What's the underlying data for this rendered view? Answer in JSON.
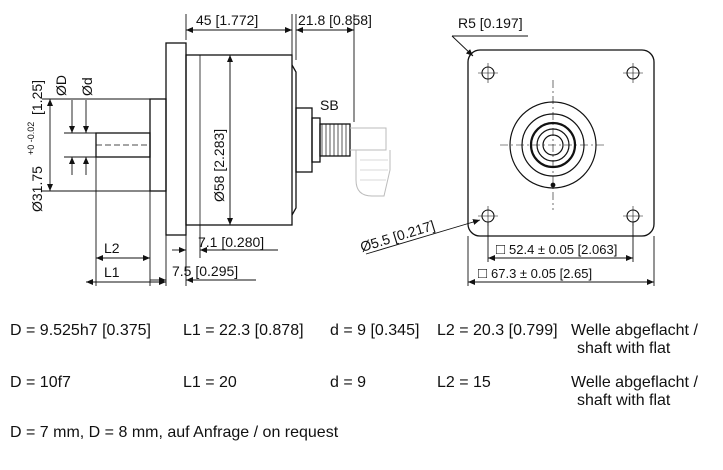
{
  "drawing": {
    "side_view": {
      "dim_45": "45 [1.772]",
      "dim_21_8": "21.8 [0.858]",
      "label_sb": "SB",
      "dim_31_75_main": "Ø31.75",
      "dim_31_75_tol": "+0 -0.02",
      "dim_31_75_inch": "[1.25]",
      "label_D": "ØD",
      "label_d": "Ød",
      "dim_58": "Ø58 [2.283]",
      "dim_7_1": "7.1 [0.280]",
      "dim_7_5": "7.5 [0.295]",
      "label_L2": "L2",
      "label_L1": "L1"
    },
    "front_view": {
      "dim_r5": "R5 [0.197]",
      "dim_5_5": "Ø5.5 [0.217]",
      "dim_52_4": "52.4 ± 0.05 [2.063]",
      "dim_67_3": "67.3 ± 0.05 [2.65]",
      "square_symbol": "□"
    }
  },
  "specs": {
    "rows": [
      {
        "d_big": "D = 9.525h7 [0.375]",
        "l1": "L1 = 22.3 [0.878]",
        "d_small": "d = 9 [0.345]",
        "l2": "L2 = 20.3 [0.799]",
        "note_1": "Welle abgeflacht /",
        "note_2": "shaft with flat"
      },
      {
        "d_big": "D = 10f7",
        "l1": "L1 = 20",
        "d_small": "d = 9",
        "l2": "L2 = 15",
        "note_1": "Welle abgeflacht /",
        "note_2": "shaft with flat"
      }
    ],
    "footer": "D = 7 mm, D = 8 mm, auf Anfrage / on request"
  }
}
